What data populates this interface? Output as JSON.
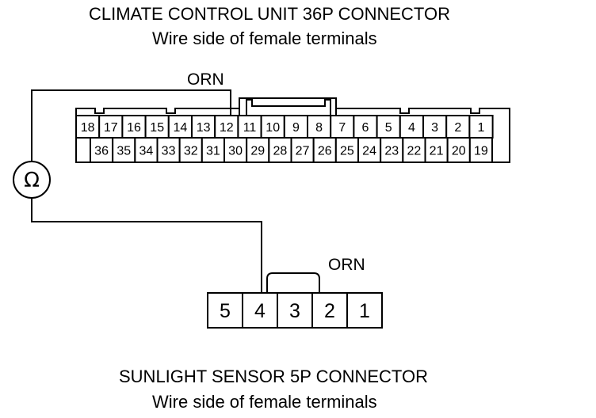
{
  "top_connector": {
    "title": "CLIMATE CONTROL UNIT 36P CONNECTOR",
    "subtitle": "Wire side of female terminals",
    "row1": [
      "18",
      "17",
      "16",
      "15",
      "14",
      "13",
      "12",
      "11",
      "10",
      "9",
      "8",
      "7",
      "6",
      "5",
      "4",
      "3",
      "2",
      "1"
    ],
    "row2": [
      "",
      "36",
      "35",
      "34",
      "33",
      "32",
      "31",
      "30",
      "29",
      "28",
      "27",
      "26",
      "25",
      "24",
      "23",
      "22",
      "21",
      "20",
      "19"
    ],
    "wire_label": "ORN"
  },
  "bottom_connector": {
    "title": "SUNLIGHT SENSOR 5P CONNECTOR",
    "subtitle": "Wire side of female terminals",
    "pins": [
      "5",
      "4",
      "3",
      "2",
      "1"
    ],
    "wire_label": "ORN"
  },
  "meter": {
    "symbol": "Ω",
    "icon": "ohmmeter-icon"
  }
}
